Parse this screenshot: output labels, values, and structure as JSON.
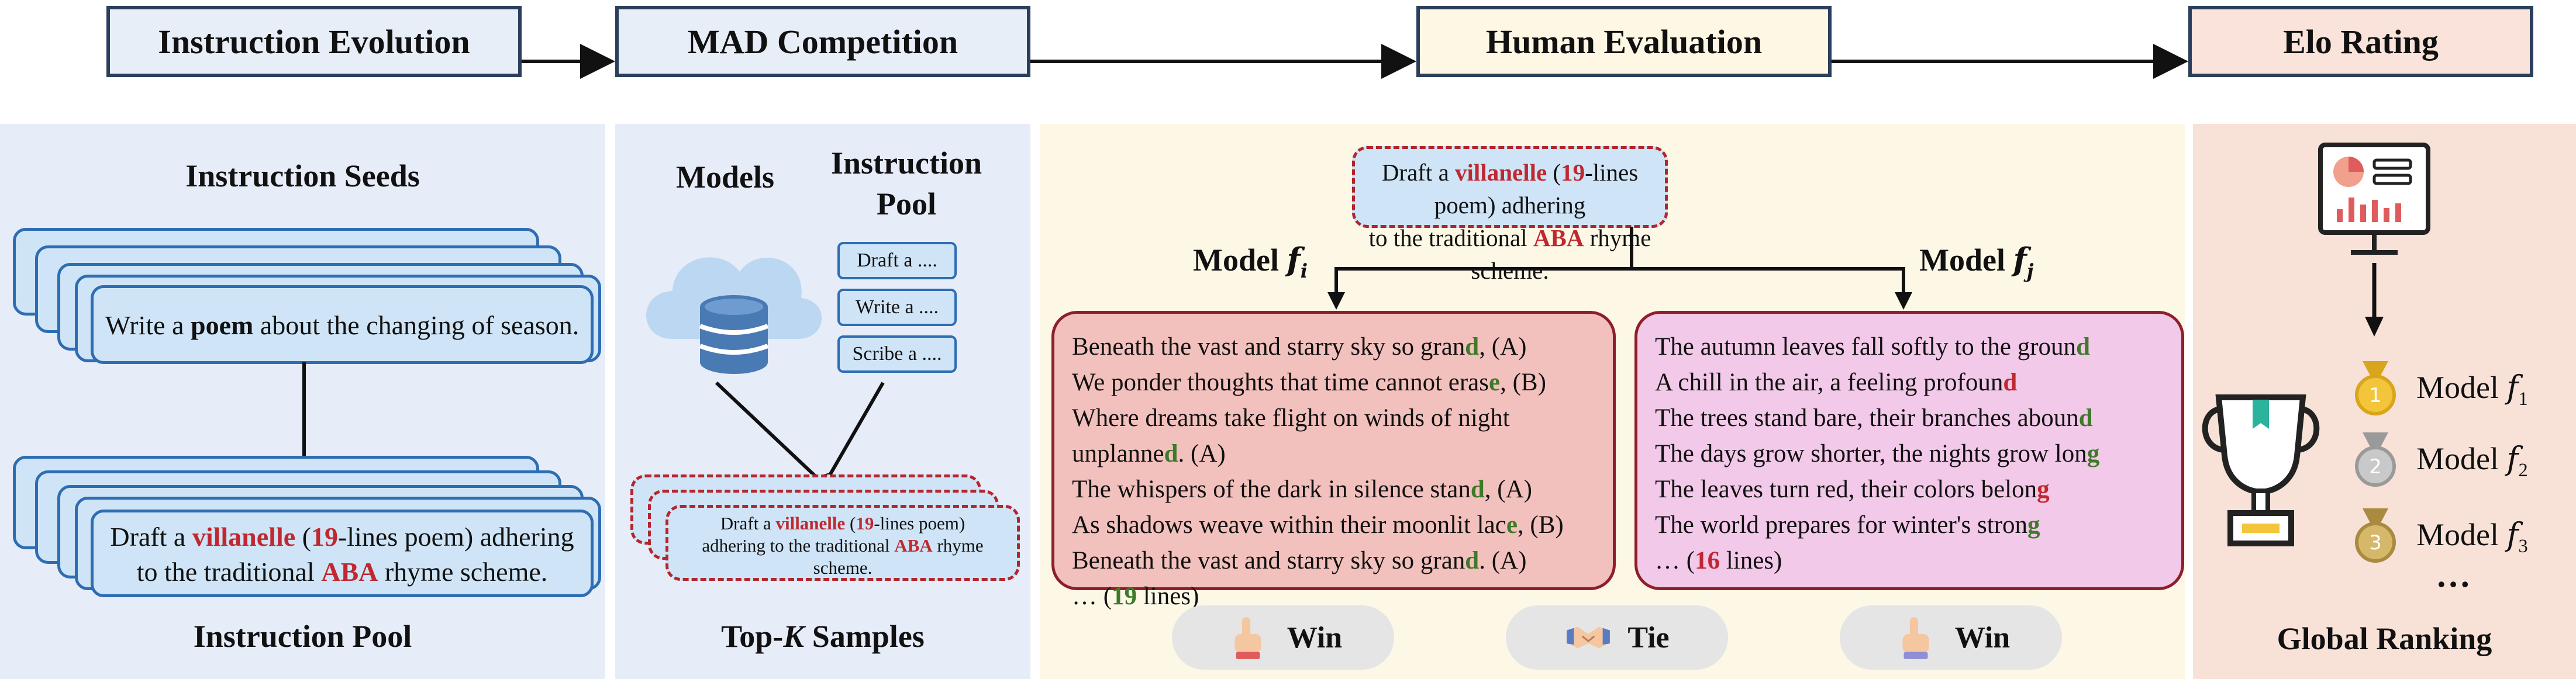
{
  "stages": {
    "s1": "Instruction Evolution",
    "s2": "MAD Competition",
    "s3": "Human Evaluation",
    "s4": "Elo Rating"
  },
  "colors": {
    "panel1": "#e6ecf8",
    "panel2": "#e6ecf8",
    "panel3": "#fdf7e6",
    "panel4": "#f8e2d8",
    "card_fill": "#cfe5f7",
    "card_border": "#2f6db3",
    "highlight_red": "#c0282f",
    "highlight_green": "#3e7a2a",
    "left_response": "#f3c1bd",
    "right_response": "#f2c9e8"
  },
  "evolution": {
    "seeds_heading": "Instruction Seeds",
    "seed_pre": "Write a ",
    "seed_bold": "poem",
    "seed_post": " about the changing of season.",
    "pool_text": {
      "a": "Draft a ",
      "b": "villanelle",
      "c": " (",
      "d": "19",
      "e": "-lines poem) adhering",
      "f": "to the traditional ",
      "g": "ABA",
      "h": " rhyme scheme."
    },
    "pool_heading": "Instruction Pool"
  },
  "mad": {
    "models_label": "Models",
    "pool_label_1": "Instruction",
    "pool_label_2": "Pool",
    "pool_items": [
      "Draft a ....",
      "Write a ....",
      "Scribe a ...."
    ],
    "sample": {
      "a": "Draft a ",
      "b": "villanelle",
      "c": " (",
      "d": "19",
      "e": "-lines poem)",
      "f": "adhering to the traditional ",
      "g": "ABA",
      "h": " rhyme",
      "i": "scheme."
    },
    "bottom_pre": "Top-",
    "bottom_k": "K",
    "bottom_post": " Samples"
  },
  "human": {
    "prompt": {
      "a": "Draft a ",
      "b": "villanelle",
      "c": " (",
      "d": "19",
      "e": "-lines poem) adhering",
      "f": "to the traditional ",
      "g": "ABA",
      "h": " rhyme scheme."
    },
    "model_word": "Model",
    "fi": "f",
    "fi_sub": "i",
    "fj": "f",
    "fj_sub": "j",
    "left_lines": [
      {
        "t": "Beneath the vast and starry sky so gran",
        "h": "d",
        "r": ", (A)"
      },
      {
        "t": "We ponder thoughts that time cannot eras",
        "h": "e",
        "r": ", (B)"
      },
      {
        "t": "Where dreams take flight on winds of night",
        "h": "",
        "r": ""
      },
      {
        "t": "unplanne",
        "h": "d",
        "r": ". (A)"
      },
      {
        "t": "The whispers of the dark in silence stan",
        "h": "d",
        "r": ", (A)"
      },
      {
        "t": "As shadows weave within their moonlit lac",
        "h": "e",
        "r": ", (B)"
      },
      {
        "t": "Beneath the vast and starry sky so gran",
        "h": "d",
        "r": ". (A)"
      }
    ],
    "left_count": {
      "pre": "… (",
      "num": "19",
      "post": " lines)"
    },
    "right_lines": [
      {
        "t": "The autumn leaves fall softly to the groun",
        "h": "d",
        "c": "grn"
      },
      {
        "t": "A chill in the air, a feeling profoun",
        "h": "d",
        "c": "red"
      },
      {
        "t": "The trees stand bare, their branches aboun",
        "h": "d",
        "c": "grn"
      },
      {
        "t": "The days grow shorter, the nights grow lon",
        "h": "g",
        "c": "grn"
      },
      {
        "t": "The leaves turn red, their colors belon",
        "h": "g",
        "c": "red"
      },
      {
        "t": "The world prepares for winter's stron",
        "h": "g",
        "c": "grn"
      }
    ],
    "right_count": {
      "pre": "… (",
      "num": "16",
      "post": " lines)"
    },
    "win_left": "Win",
    "tie": "Tie",
    "win_right": "Win"
  },
  "elo": {
    "model_word": "Model",
    "ranks": [
      {
        "sub": "1",
        "medal": "1"
      },
      {
        "sub": "2",
        "medal": "2"
      },
      {
        "sub": "3",
        "medal": "3"
      }
    ],
    "more": "…",
    "bottom": "Global Ranking"
  }
}
